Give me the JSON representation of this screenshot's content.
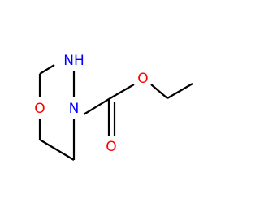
{
  "molecule": {
    "atoms": [
      {
        "id": "a_nh",
        "element": "N",
        "label": "NH",
        "color": "#0000ff"
      },
      {
        "id": "a_n",
        "element": "N",
        "label": "N",
        "color": "#0000ff"
      },
      {
        "id": "a_o_ring",
        "element": "O",
        "label": "O",
        "color": "#ff0000"
      },
      {
        "id": "a_o_ester",
        "element": "O",
        "label": "O",
        "color": "#ff0000"
      },
      {
        "id": "a_o_carbonyl",
        "element": "O",
        "label": "O",
        "color": "#ff0000"
      }
    ],
    "bond_color": "#000000"
  }
}
